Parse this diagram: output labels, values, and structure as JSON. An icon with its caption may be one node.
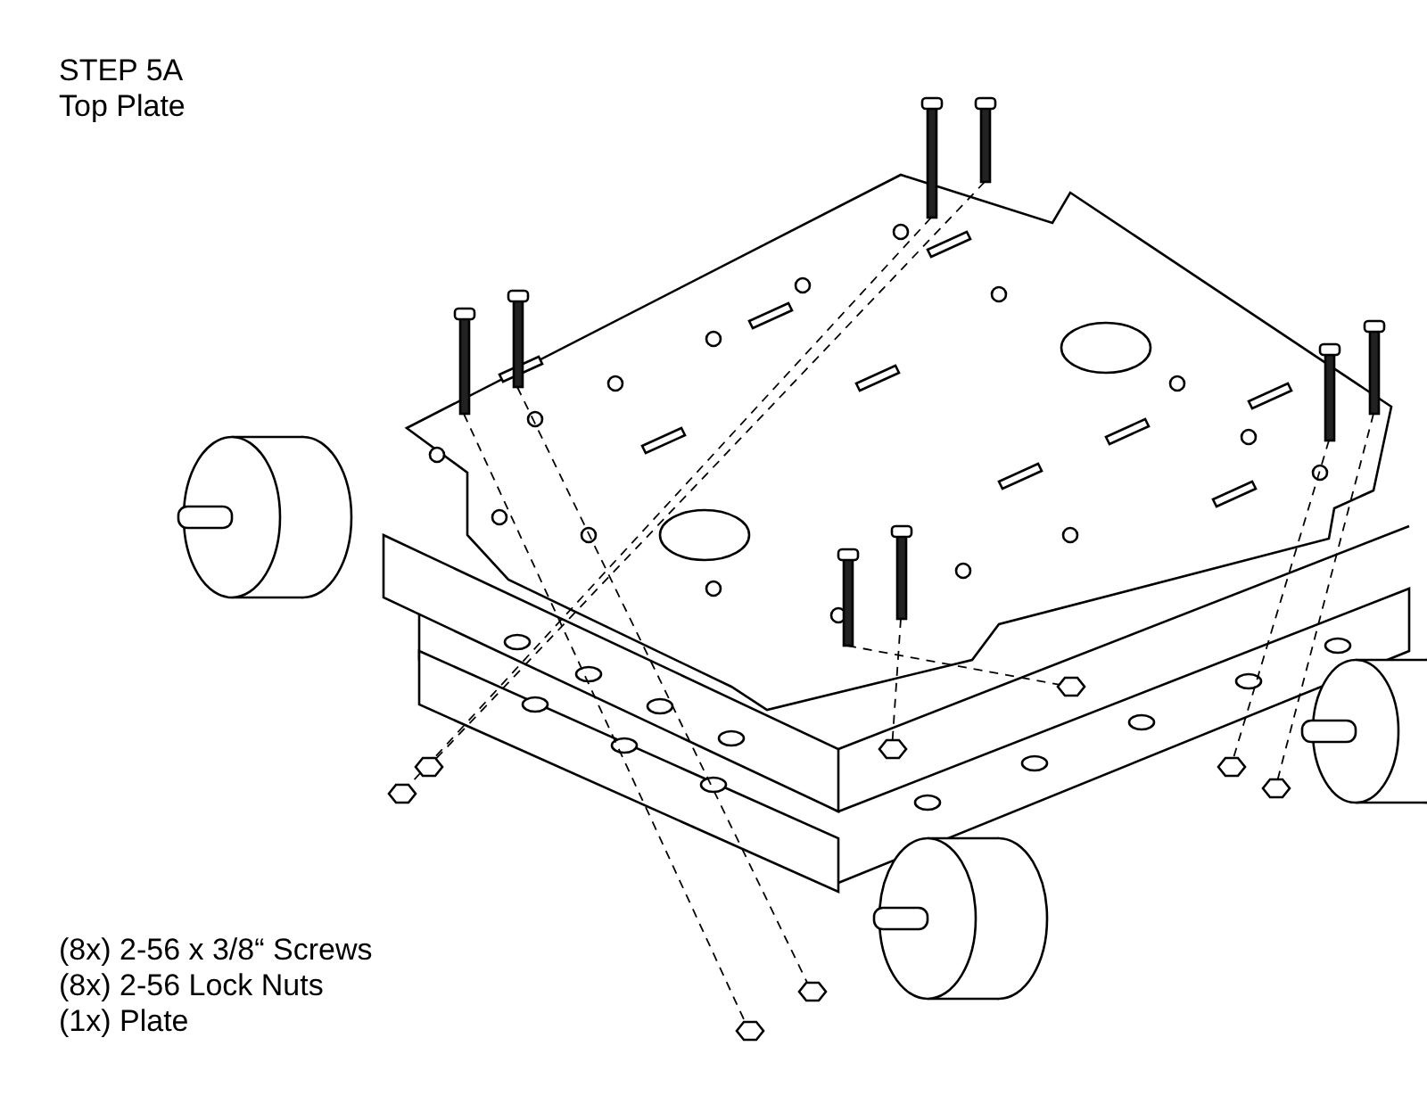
{
  "diagram": {
    "title": "STEP 5A",
    "labels": [
      "Top Plate",
      "(8x) 2-56 x 3/8“ Screws",
      "(8x) 2-56 Lock Nuts",
      "(1x) Plate"
    ]
  }
}
